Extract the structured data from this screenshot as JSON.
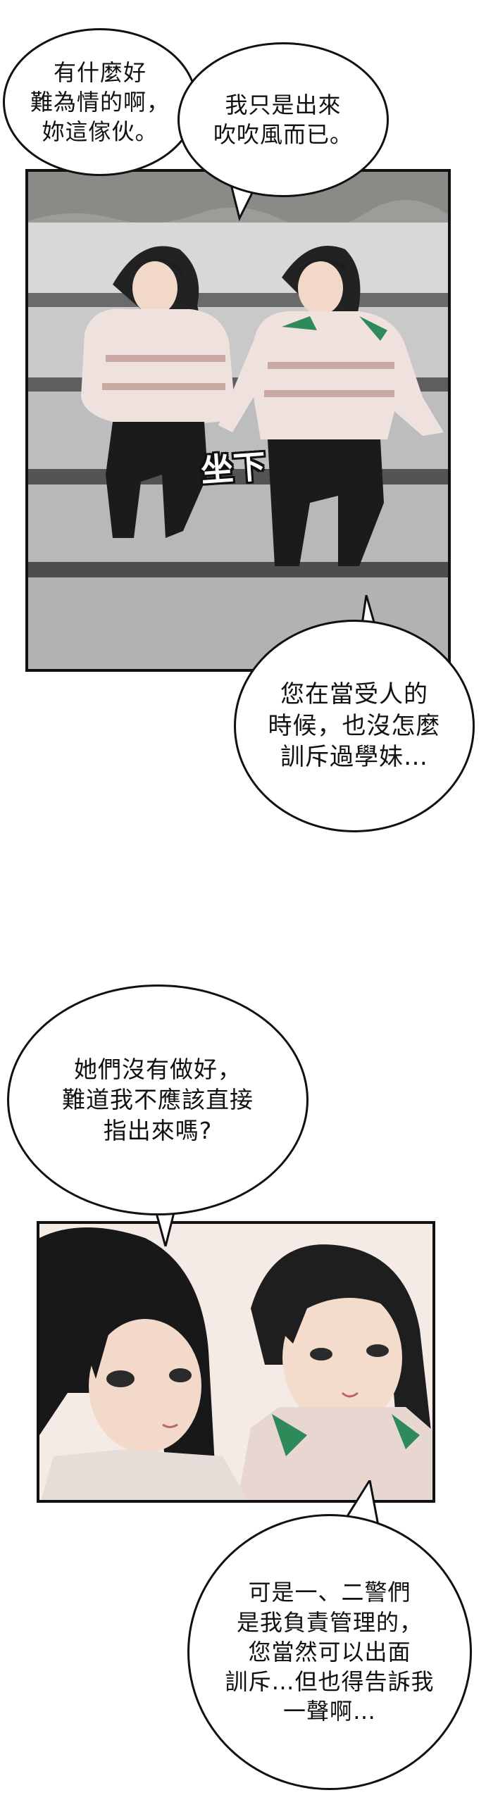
{
  "panel1": {
    "sfx": "坐下",
    "bubbles": [
      {
        "text": "有什麼好\n難為情的啊，\n妳這傢伙。"
      },
      {
        "text": "我只是出來\n吹吹風而已。"
      },
      {
        "text": "您在當受人的\n時候，也沒怎麼\n訓斥過學妹…"
      }
    ]
  },
  "panel2": {
    "bubbles": [
      {
        "text": "她們沒有做好，\n難道我不應該直接\n指出來嗎?"
      },
      {
        "text": "可是一、二警們\n是我負責管理的，\n您當然可以出面\n訓斥…但也得告訴我\n一聲啊…"
      }
    ]
  }
}
